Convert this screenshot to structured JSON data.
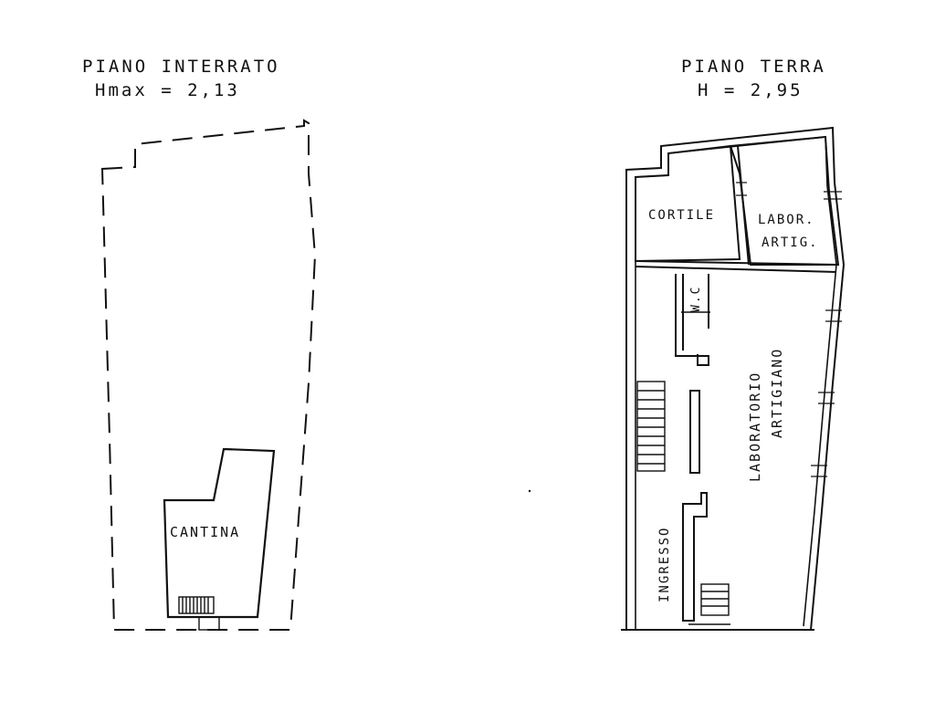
{
  "basement": {
    "title": "PIANO INTERRATO",
    "height_label": "Hmax = 2,13",
    "rooms": {
      "cantina": "CANTINA"
    }
  },
  "ground": {
    "title": "PIANO TERRA",
    "height_label": "H = 2,95",
    "rooms": {
      "cortile": "CORTILE",
      "labor_line1": "LABOR.",
      "labor_line2": "ARTIG.",
      "wc": "W.C",
      "laboratorio_line1": "LABORATORIO",
      "laboratorio_line2": "ARTIGIANO",
      "ingresso": "INGRESSO"
    }
  },
  "colors": {
    "ink": "#111111",
    "paper": "#ffffff"
  }
}
